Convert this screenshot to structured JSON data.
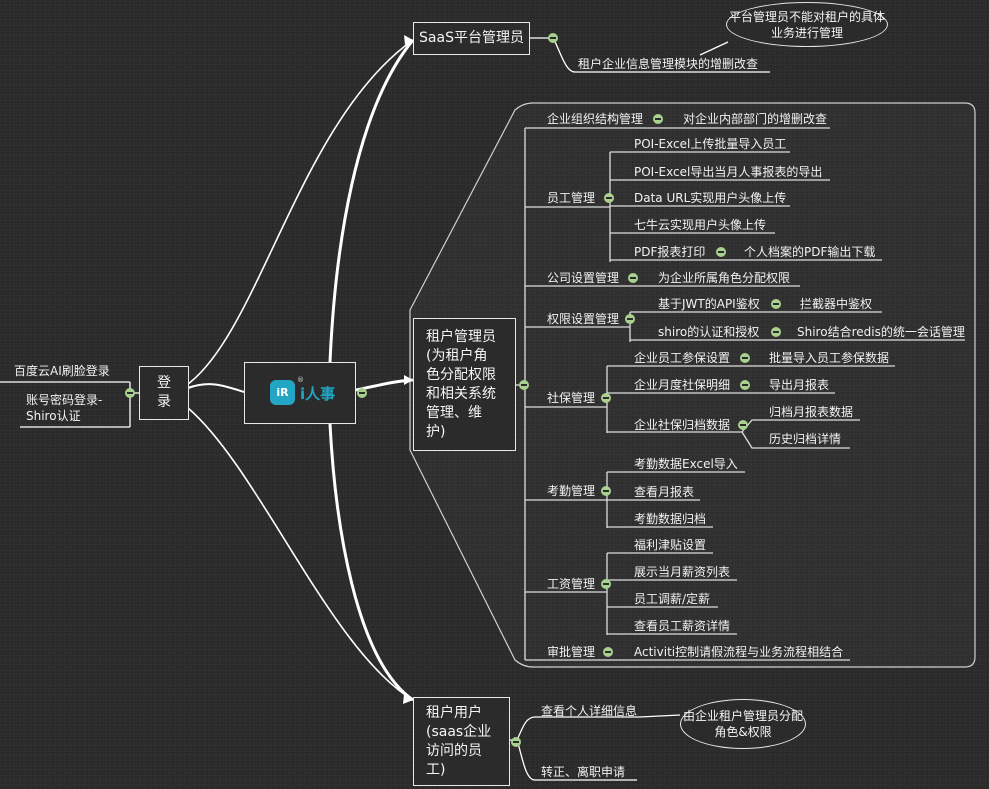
{
  "colors": {
    "background": "#2b2b2b",
    "line": "#ffffff",
    "collapse_marker": "#a9d18e",
    "logo": "#22a6c4"
  },
  "login_methods": [
    "百度云AI刷脸登录",
    "账号密码登录-",
    "Shiro认证"
  ],
  "login": {
    "label_1": "登",
    "label_2": "录"
  },
  "logo": {
    "mark": "iR",
    "brand": "i人事",
    "reg": "®"
  },
  "saas_admin": {
    "title": "SaaS平台管理员",
    "child": "租户企业信息管理模块的增删改查",
    "note_line1": "平台管理员不能对租户",
    "note_line2": "的具体业务进行管理"
  },
  "tenant_admin": {
    "title_lines": [
      "租户管理员",
      "(为租户角",
      "色分配权限",
      "和相关系统",
      "管理、维",
      "护)"
    ],
    "org": {
      "label": "企业组织结构管理",
      "child": "对企业内部部门的增删改查"
    },
    "employee": {
      "label": "员工管理",
      "items": [
        "POI-Excel上传批量导入员工",
        "POI-Excel导出当月人事报表的导出",
        "Data URL实现用户头像上传",
        "七牛云实现用户头像上传",
        "PDF报表打印"
      ],
      "pdf_child": "个人档案的PDF输出下载"
    },
    "company_settings": {
      "label": "公司设置管理",
      "child": "为企业所属角色分配权限"
    },
    "permission": {
      "label": "权限设置管理",
      "jwt": "基于JWT的API鉴权",
      "jwt_child": "拦截器中鉴权",
      "shiro": "shiro的认证和授权",
      "shiro_child": "Shiro结合redis的统一会话管理"
    },
    "social": {
      "label": "社保管理",
      "insurance": "企业员工参保设置",
      "insurance_child": "批量导入员工参保数据",
      "monthly": "企业月度社保明细",
      "monthly_child": "导出月报表",
      "archive": "企业社保归档数据",
      "archive_children": [
        "归档月报表数据",
        "历史归档详情"
      ]
    },
    "attendance": {
      "label": "考勤管理",
      "items": [
        "考勤数据Excel导入",
        "查看月报表",
        "考勤数据归档"
      ]
    },
    "salary": {
      "label": "工资管理",
      "items": [
        "福利津贴设置",
        "展示当月薪资列表",
        "员工调薪/定薪",
        "查看员工薪资详情"
      ]
    },
    "approval": {
      "label": "审批管理",
      "child": "Activiti控制请假流程与业务流程相结合"
    }
  },
  "tenant_user": {
    "title_lines": [
      "租户用户",
      "(saas企业",
      "访问的员",
      "工)"
    ],
    "info": "查看个人详细信息",
    "info_note_line1": "由企业租户管理员",
    "info_note_line2": "分配角色&权限",
    "resign": "转正、离职申请"
  }
}
